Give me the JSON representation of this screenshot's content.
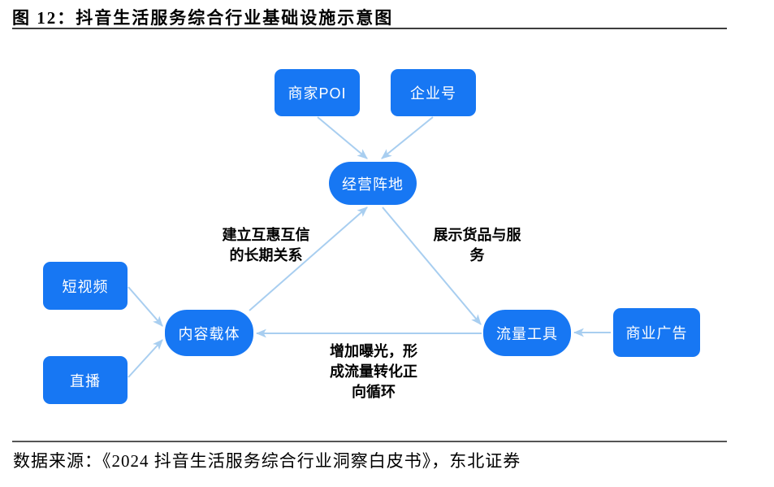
{
  "figure": {
    "title": "图 12：抖音生活服务综合行业基础设施示意图",
    "source": "数据来源：《2024 抖音生活服务综合行业洞察白皮书》，东北证券"
  },
  "colors": {
    "node_fill": "#1777f3",
    "node_text": "#ffffff",
    "arrow": "#a8cef0",
    "annotation_text": "#000000",
    "rule": "#3d3d3d",
    "background": "#ffffff"
  },
  "diagram": {
    "nodes": [
      {
        "id": "merchant_poi",
        "label": "商家POI",
        "shape": "rect"
      },
      {
        "id": "enterprise_account",
        "label": "企业号",
        "shape": "rect"
      },
      {
        "id": "operating_base",
        "label": "经营阵地",
        "shape": "pill"
      },
      {
        "id": "short_video",
        "label": "短视频",
        "shape": "rect"
      },
      {
        "id": "live_stream",
        "label": "直播",
        "shape": "rect"
      },
      {
        "id": "content_carrier",
        "label": "内容载体",
        "shape": "pill"
      },
      {
        "id": "traffic_tools",
        "label": "流量工具",
        "shape": "pill"
      },
      {
        "id": "commercial_ads",
        "label": "商业广告",
        "shape": "rect"
      }
    ],
    "edges": [
      {
        "from": "merchant_poi",
        "to": "operating_base",
        "label": ""
      },
      {
        "from": "enterprise_account",
        "to": "operating_base",
        "label": ""
      },
      {
        "from": "content_carrier",
        "to": "operating_base",
        "label": "建立互惠互信\n的长期关系"
      },
      {
        "from": "operating_base",
        "to": "traffic_tools",
        "label": "展示货品与服\n务"
      },
      {
        "from": "short_video",
        "to": "content_carrier",
        "label": ""
      },
      {
        "from": "live_stream",
        "to": "content_carrier",
        "label": ""
      },
      {
        "from": "traffic_tools",
        "to": "content_carrier",
        "label": "增加曝光，形\n成流量转化正\n向循环"
      },
      {
        "from": "commercial_ads",
        "to": "traffic_tools",
        "label": ""
      }
    ]
  }
}
